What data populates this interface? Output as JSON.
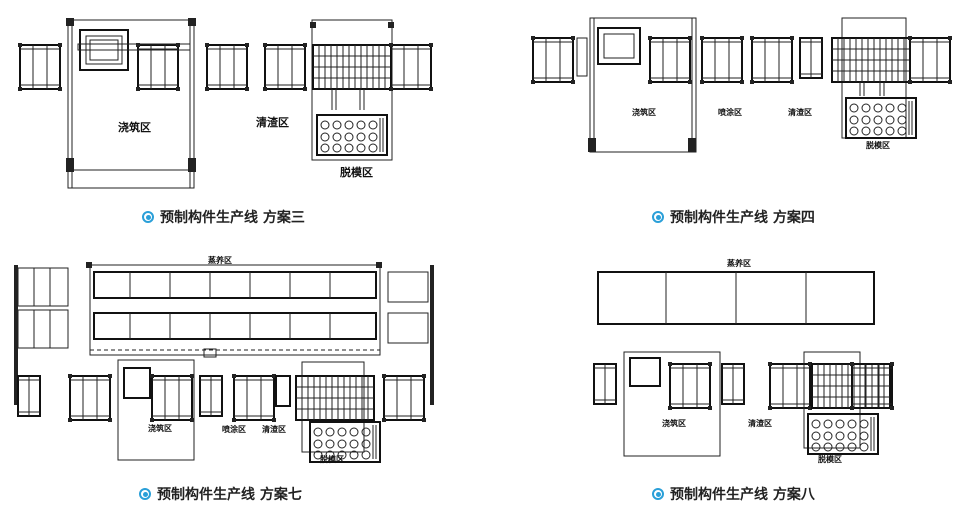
{
  "accent_color": "#2a9fd8",
  "diagrams": [
    {
      "id": "plan-3",
      "caption": "预制构件生产线 方案三",
      "zones": {
        "pour": "浇筑区",
        "clean": "清渣区",
        "demold": "脱模区"
      }
    },
    {
      "id": "plan-4",
      "caption": "预制构件生产线 方案四",
      "zones": {
        "pour": "浇筑区",
        "spray": "喷涂区",
        "clean": "清渣区",
        "demold": "脱模区"
      }
    },
    {
      "id": "plan-7",
      "caption": "预制构件生产线 方案七",
      "zones": {
        "cure": "蒸养区",
        "pour": "浇筑区",
        "spray": "喷涂区",
        "clean": "清渣区",
        "demold": "脱模区"
      }
    },
    {
      "id": "plan-8",
      "caption": "预制构件生产线 方案八",
      "zones": {
        "cure": "蒸养区",
        "pour": "浇筑区",
        "clean": "清渣区",
        "demold": "脱模区"
      }
    }
  ]
}
